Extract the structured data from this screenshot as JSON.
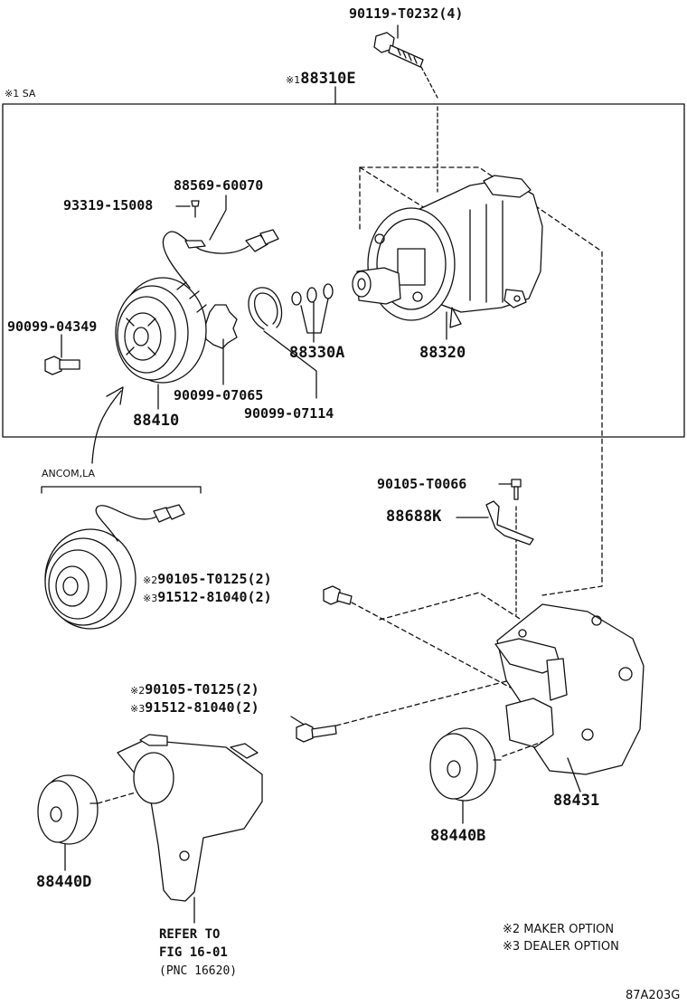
{
  "top_bolt": "90119-T0232(4)",
  "assembly": {
    "mark": "※1",
    "part": "88310E",
    "sa_label": "※1 SA"
  },
  "inner": {
    "wire_clip": "88569-60070",
    "screw": "93319-15008",
    "bolt": "90099-04349",
    "clutch": "88410",
    "shim": "90099-07065",
    "snap_ring": "90099-07114",
    "washer_set": "88330A",
    "compressor": "88320"
  },
  "ancom": {
    "label": "ANCOM,LA"
  },
  "bracket_bolt": "90105-T0066",
  "bracket": "88688K",
  "opt1": {
    "l1_mark": "※2",
    "l1_part": "90105-T0125(2)",
    "l2_mark": "※3",
    "l2_part": "91512-81040(2)"
  },
  "opt2": {
    "l1_mark": "※2",
    "l1_part": "90105-T0125(2)",
    "l2_mark": "※3",
    "l2_part": "91512-81040(2)"
  },
  "mount_bracket": "88431",
  "idler_b": "88440B",
  "idler_d": "88440D",
  "refer": {
    "line1": "REFER TO",
    "line2": "FIG 16-01",
    "line3": "(PNC 16620)"
  },
  "legend": {
    "l1": "※2 MAKER OPTION",
    "l2": "※3 DEALER OPTION"
  },
  "fig_id": "87A203G"
}
